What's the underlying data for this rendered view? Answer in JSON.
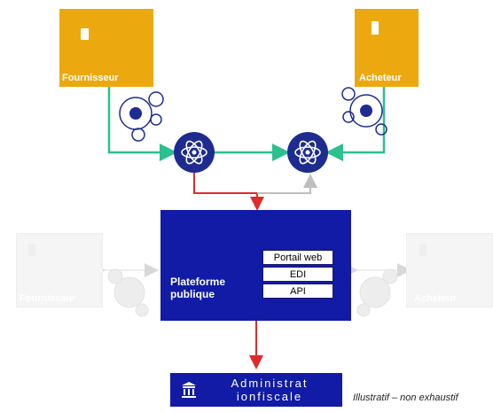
{
  "diagram": {
    "top_left": {
      "label": "Fournisseur"
    },
    "top_right": {
      "label": "Acheteur"
    },
    "left_faded": {
      "label": "Fournisseur"
    },
    "right_faded": {
      "label": "Acheteur"
    },
    "platform": {
      "label_line1": "Plateforme",
      "label_line2": "publique",
      "channels": [
        "Portail web",
        "EDI",
        "API"
      ]
    },
    "administration": {
      "label": "Administrat ionfiscale"
    },
    "note": "Illustratif – non exhaustif"
  },
  "colors": {
    "orange": "#ECA90F",
    "navy": "#121BA5",
    "hub": "#1E2C8F",
    "green": "#2BC08E",
    "red": "#E02A2A",
    "gray_arrow": "#BFBFBF"
  }
}
